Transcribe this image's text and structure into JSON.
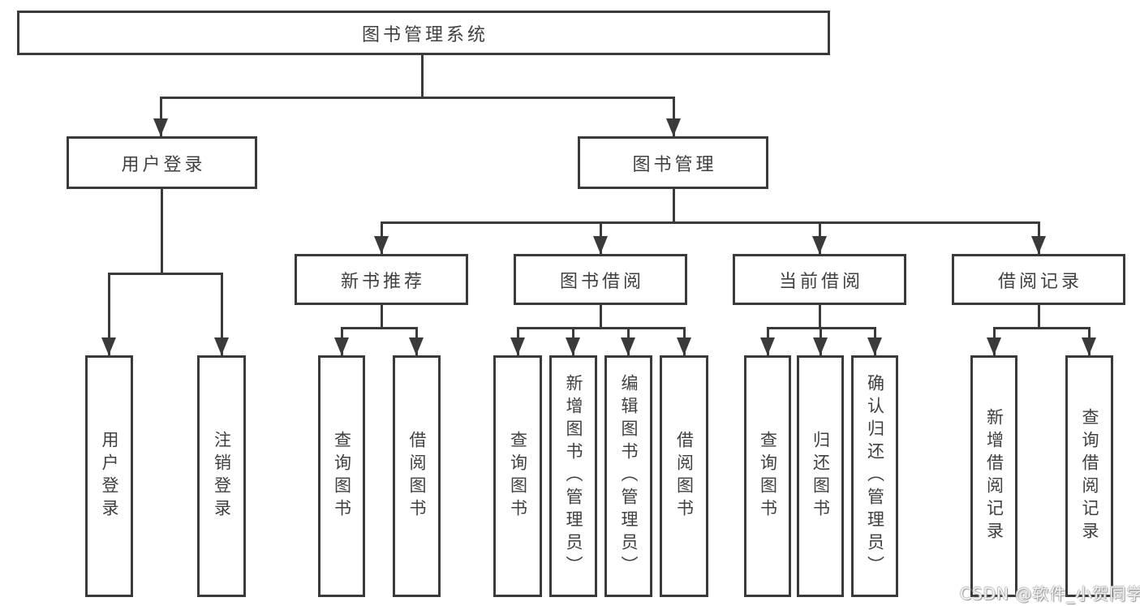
{
  "tree": {
    "root": {
      "label": "图书管理系统"
    },
    "children": [
      {
        "label": "用户登录",
        "children": [
          {
            "label": "用户登录"
          },
          {
            "label": "注销登录"
          }
        ]
      },
      {
        "label": "图书管理",
        "children": [
          {
            "label": "新书推荐",
            "children": [
              {
                "label": "查询图书"
              },
              {
                "label": "借阅图书"
              }
            ]
          },
          {
            "label": "图书借阅",
            "children": [
              {
                "label": "查询图书"
              },
              {
                "label": "新增图书（管理员）"
              },
              {
                "label": "编辑图书（管理员）"
              },
              {
                "label": "借阅图书"
              }
            ]
          },
          {
            "label": "当前借阅",
            "children": [
              {
                "label": "查询图书"
              },
              {
                "label": "归还图书"
              },
              {
                "label": "确认归还（管理员）"
              }
            ]
          },
          {
            "label": "借阅记录",
            "children": [
              {
                "label": "新增借阅记录"
              },
              {
                "label": "查询借阅记录"
              }
            ]
          }
        ]
      }
    ]
  },
  "watermark": {
    "text": "CSDN @软件_小贺同学"
  },
  "colors": {
    "line": "#3a3a3a",
    "text": "#404040",
    "background": "#ffffff"
  }
}
